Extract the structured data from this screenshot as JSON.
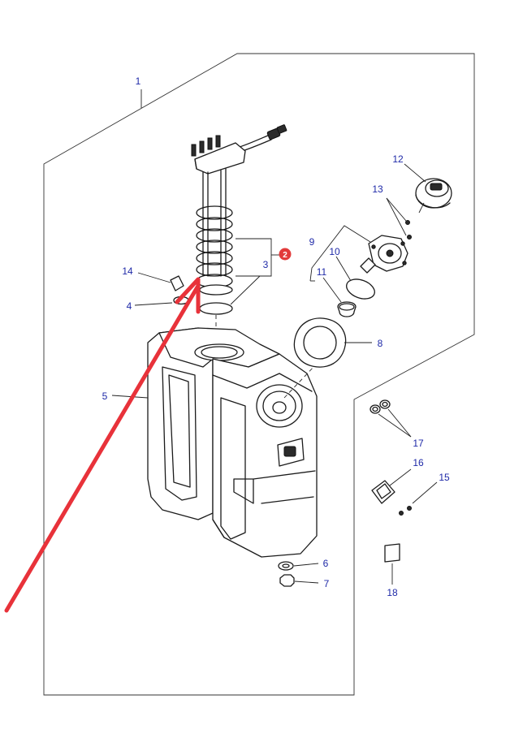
{
  "diagram": {
    "parts": [
      {
        "number": "1"
      },
      {
        "number": "3"
      },
      {
        "number": "4"
      },
      {
        "number": "5"
      },
      {
        "number": "6"
      },
      {
        "number": "7"
      },
      {
        "number": "8"
      },
      {
        "number": "9"
      },
      {
        "number": "10"
      },
      {
        "number": "11"
      },
      {
        "number": "12"
      },
      {
        "number": "13"
      },
      {
        "number": "14"
      },
      {
        "number": "15"
      },
      {
        "number": "16"
      },
      {
        "number": "17"
      },
      {
        "number": "18"
      }
    ],
    "highlight_callout": {
      "number": "2",
      "color": "#e23b3b"
    },
    "arrow_color": "#e8323a",
    "label_color": "#1f2aa8"
  }
}
